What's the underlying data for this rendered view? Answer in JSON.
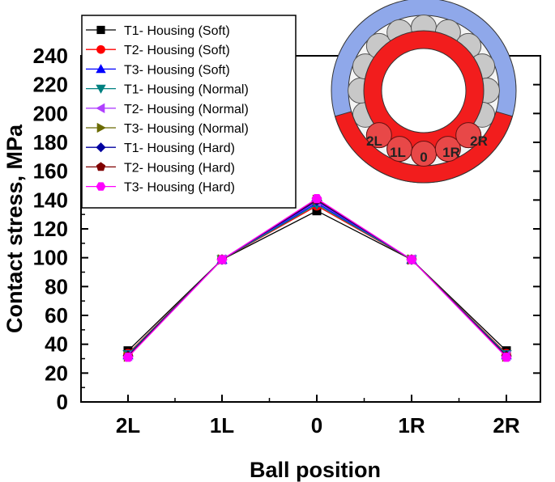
{
  "chart_data": {
    "type": "line",
    "xlabel": "Ball position",
    "ylabel": "Contact stress, MPa",
    "categories": [
      "2L",
      "1L",
      "0",
      "1R",
      "2R"
    ],
    "ylim": [
      0,
      250
    ],
    "yticks": [
      0,
      20,
      40,
      60,
      80,
      100,
      120,
      140,
      160,
      180,
      200,
      220,
      240
    ],
    "grid": false,
    "legend_position": "top-left",
    "series": [
      {
        "name": "T1- Housing (Soft)",
        "color": "#000000",
        "marker": "square",
        "values": [
          35.5,
          98.7,
          132.5,
          98.7,
          35.5
        ]
      },
      {
        "name": "T2- Housing (Soft)",
        "color": "#ff0000",
        "marker": "circle",
        "values": [
          33.5,
          98.7,
          136.0,
          98.7,
          33.5
        ]
      },
      {
        "name": "T3- Housing (Soft)",
        "color": "#0000ff",
        "marker": "triangle-up",
        "values": [
          32.5,
          98.7,
          138.0,
          98.7,
          32.5
        ]
      },
      {
        "name": "T1- Housing (Normal)",
        "color": "#008080",
        "marker": "triangle-down",
        "values": [
          33.0,
          98.7,
          137.0,
          98.7,
          33.0
        ]
      },
      {
        "name": "T2- Housing (Normal)",
        "color": "#b040ff",
        "marker": "triangle-left",
        "values": [
          32.0,
          98.7,
          139.0,
          98.7,
          32.0
        ]
      },
      {
        "name": "T3- Housing (Normal)",
        "color": "#6b6b00",
        "marker": "triangle-right",
        "values": [
          31.5,
          98.7,
          140.0,
          98.7,
          31.5
        ]
      },
      {
        "name": "T1- Housing (Hard)",
        "color": "#0000a0",
        "marker": "diamond",
        "values": [
          32.0,
          98.7,
          139.5,
          98.7,
          32.0
        ]
      },
      {
        "name": "T2- Housing (Hard)",
        "color": "#800000",
        "marker": "pentagon",
        "values": [
          31.5,
          98.7,
          140.5,
          98.7,
          31.5
        ]
      },
      {
        "name": "T3- Housing (Hard)",
        "color": "#ff00ff",
        "marker": "hexagon",
        "values": [
          31.0,
          98.7,
          141.0,
          98.7,
          31.0
        ]
      }
    ]
  },
  "inset": {
    "outer_ring_color": "#8fa8ea",
    "inner_ring_color": "#f21d1d",
    "ball_color": "#c8c8c8",
    "ball_labels": [
      "2L",
      "1L",
      "0",
      "1R",
      "2R"
    ]
  }
}
